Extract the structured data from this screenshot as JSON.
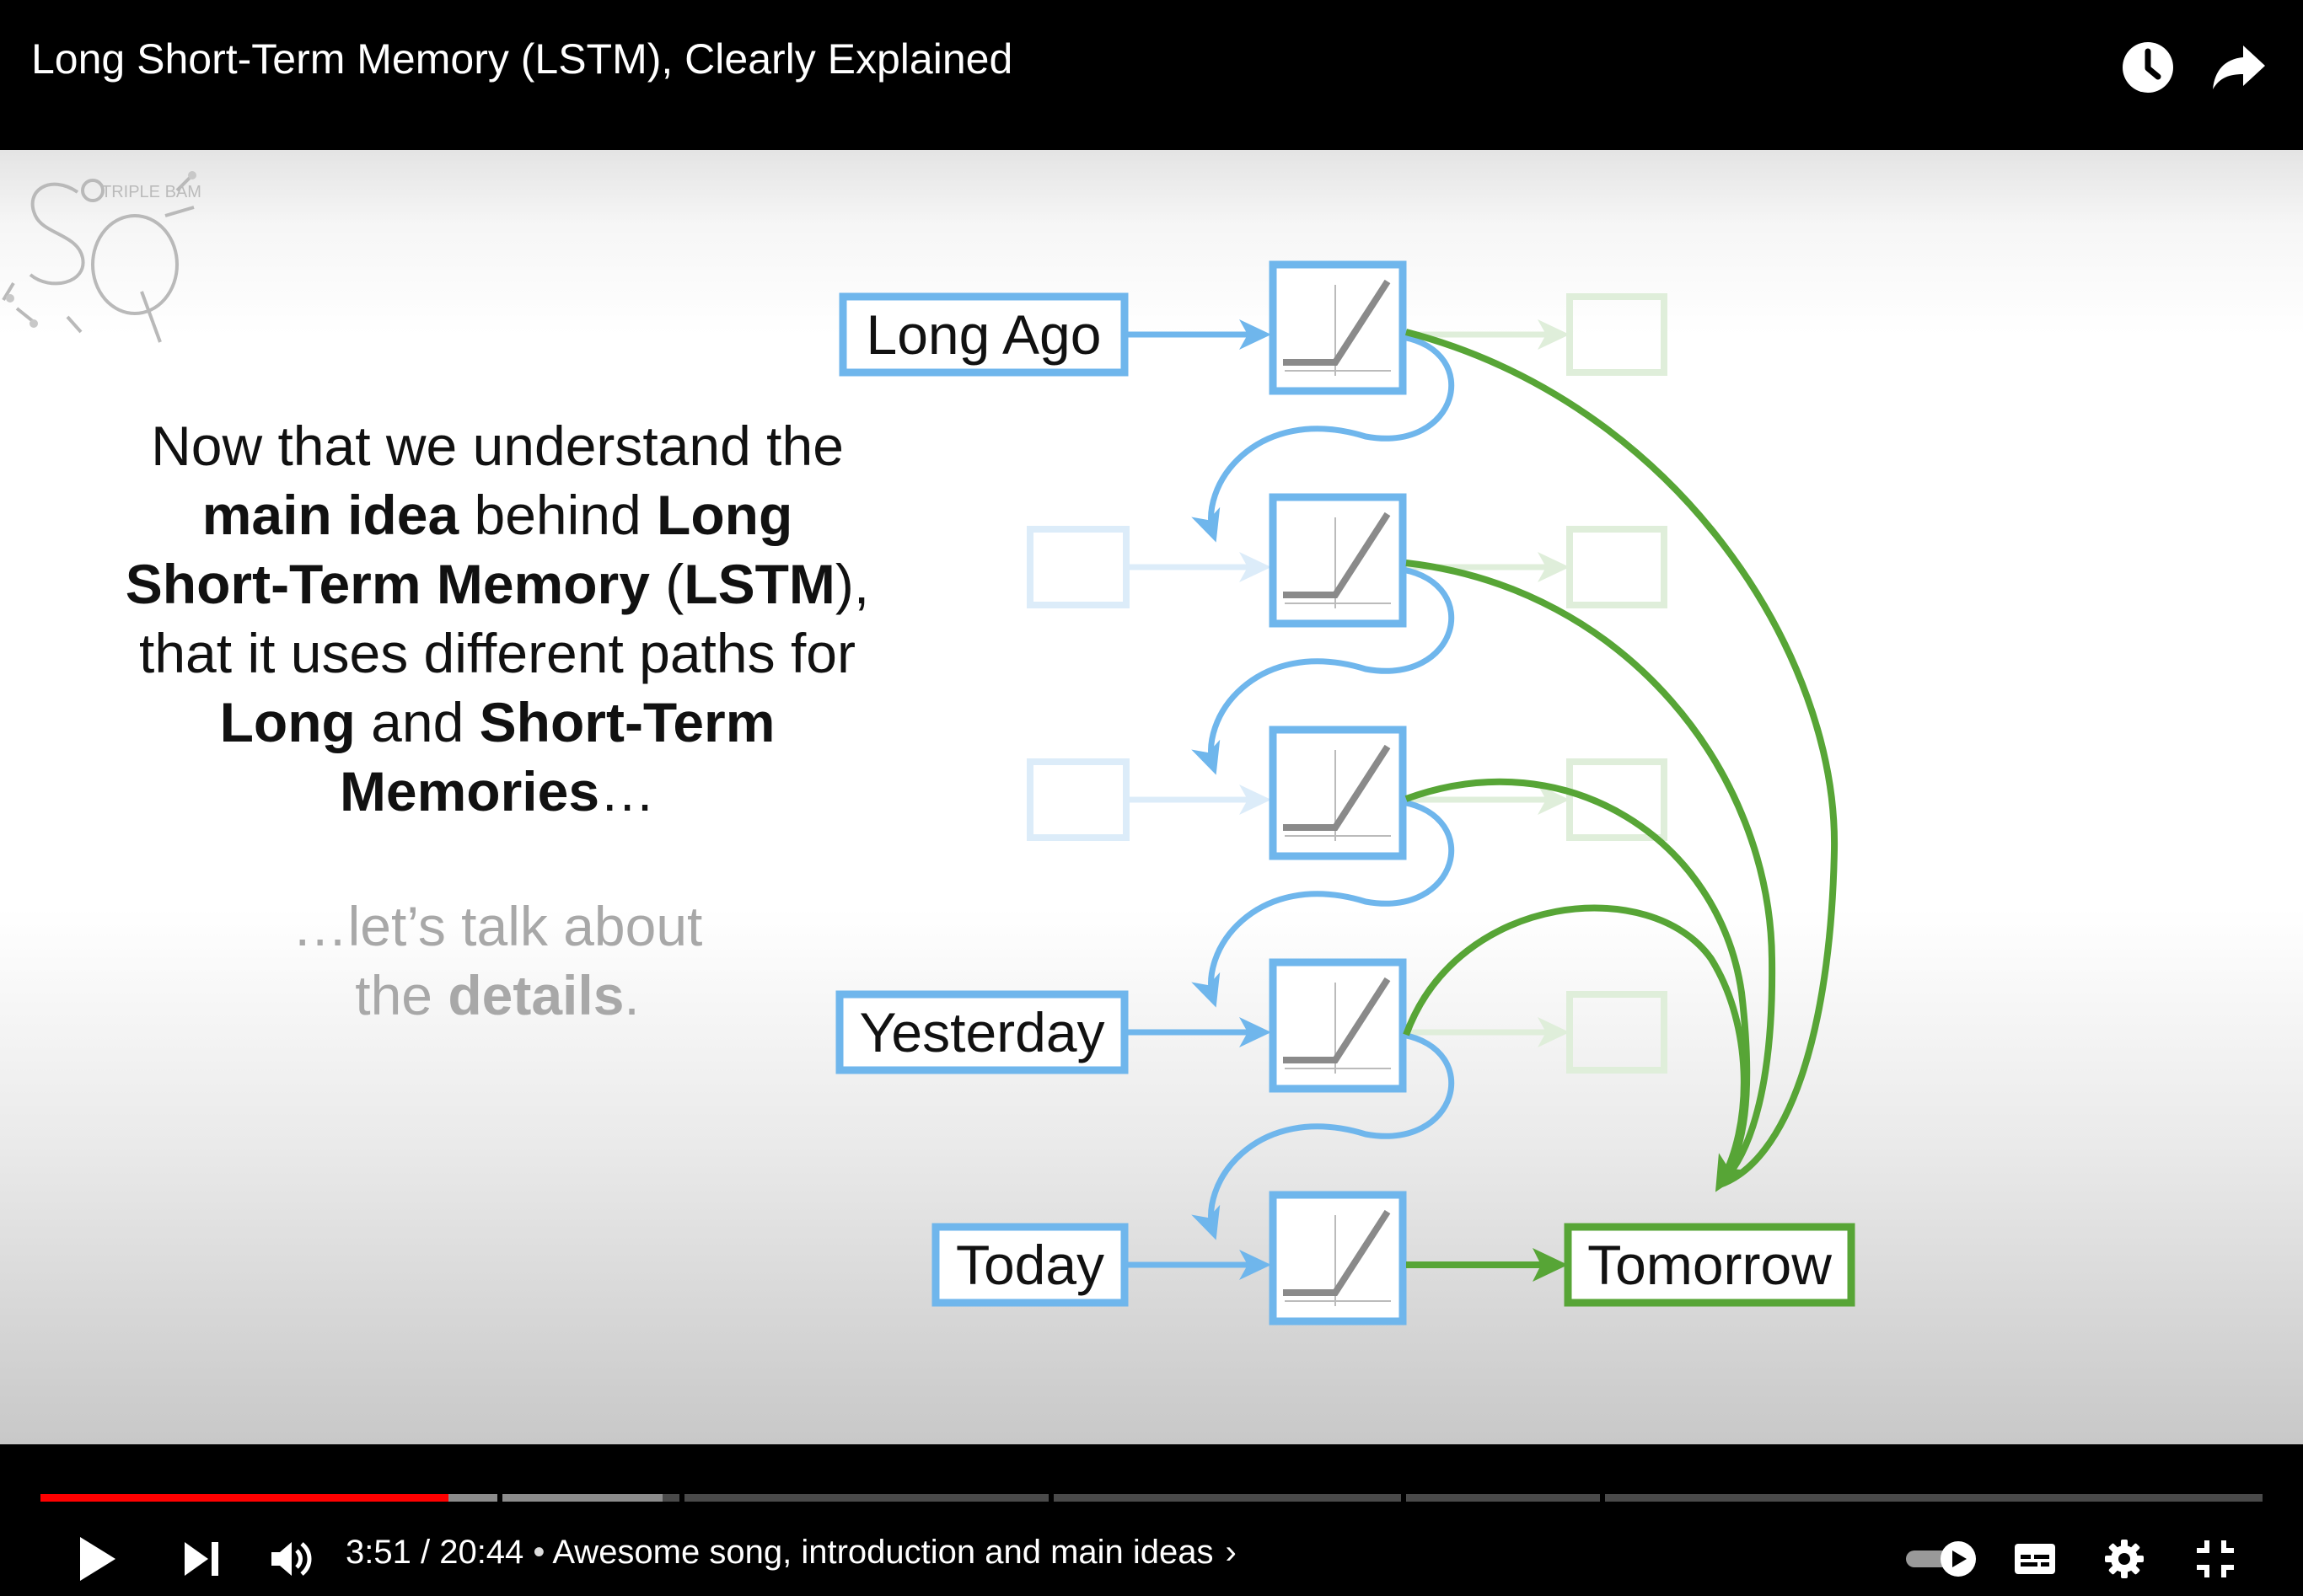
{
  "header": {
    "title": "Long Short-Term Memory (LSTM), Clearly Explained"
  },
  "slide": {
    "main_text": {
      "line1": "Now that we understand the",
      "line2_bold1": "main idea",
      "line2_rest": " behind ",
      "line2_bold2": "Long",
      "line3_bold": "Short-Term Memory",
      "line3_paren_open": " (",
      "line3_bold2": "LSTM",
      "line3_end": "),",
      "line4": "that it uses different paths for",
      "line5_bold1": "Long",
      "line5_mid": " and ",
      "line5_bold2": "Short-Term",
      "line6_bold": "Memories",
      "line6_end": "…"
    },
    "sub_text": {
      "line1": "…let’s talk about",
      "line2_pre": "the ",
      "line2_bold": "details",
      "line2_end": "."
    },
    "diagram": {
      "input_labels": [
        "Long Ago",
        "Yesterday",
        "Today"
      ],
      "output_label": "Tomorrow"
    },
    "colors": {
      "blue": "#6fb6ec",
      "faded_blue": "#dcecf9",
      "green": "#57a536",
      "faded_green": "#dfeeda",
      "relu_gray": "#8a8a8a"
    }
  },
  "player": {
    "current_time": "3:51",
    "separator": " / ",
    "duration": "20:44",
    "chapter": "Awesome song, introduction and main ideas",
    "chapter_dot": " • ",
    "chapter_arrow": "›",
    "progress_fraction": 0.186,
    "buffered_fraction": 0.217,
    "accent": "#ff0000",
    "icons": [
      "play-icon",
      "next-icon",
      "volume-icon",
      "autoplay-toggle-icon",
      "subtitles-icon",
      "settings-icon",
      "exit-fullscreen-icon",
      "watch-later-icon",
      "share-icon"
    ]
  }
}
